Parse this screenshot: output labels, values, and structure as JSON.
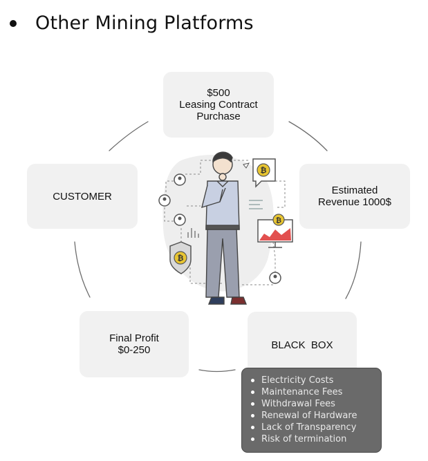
{
  "heading": "Other Mining Platforms",
  "cycle": {
    "top": [
      "$500",
      "Leasing Contract",
      "Purchase"
    ],
    "right": [
      "Estimated",
      "Revenue 1000$"
    ],
    "bottom_right": [
      "BLACK  BOX"
    ],
    "bottom_left": [
      "Final Profit",
      "$0-250"
    ],
    "left": [
      "CUSTOMER"
    ]
  },
  "black_box_items": [
    "Electricity Costs",
    "Maintenance Fees",
    "Withdrawal Fees",
    "Renewal of Hardware",
    "Lack of Transparency",
    "Risk of termination"
  ],
  "colors": {
    "box_bg": "#f1f1f1",
    "list_bg": "#6a6a6a",
    "bitcoin": "#e8c531",
    "chart_red": "#e2504f"
  },
  "icons": [
    "bitcoin-icon",
    "shield-icon",
    "monitor-chart-icon",
    "user-icon",
    "thinking-man-illustration"
  ]
}
